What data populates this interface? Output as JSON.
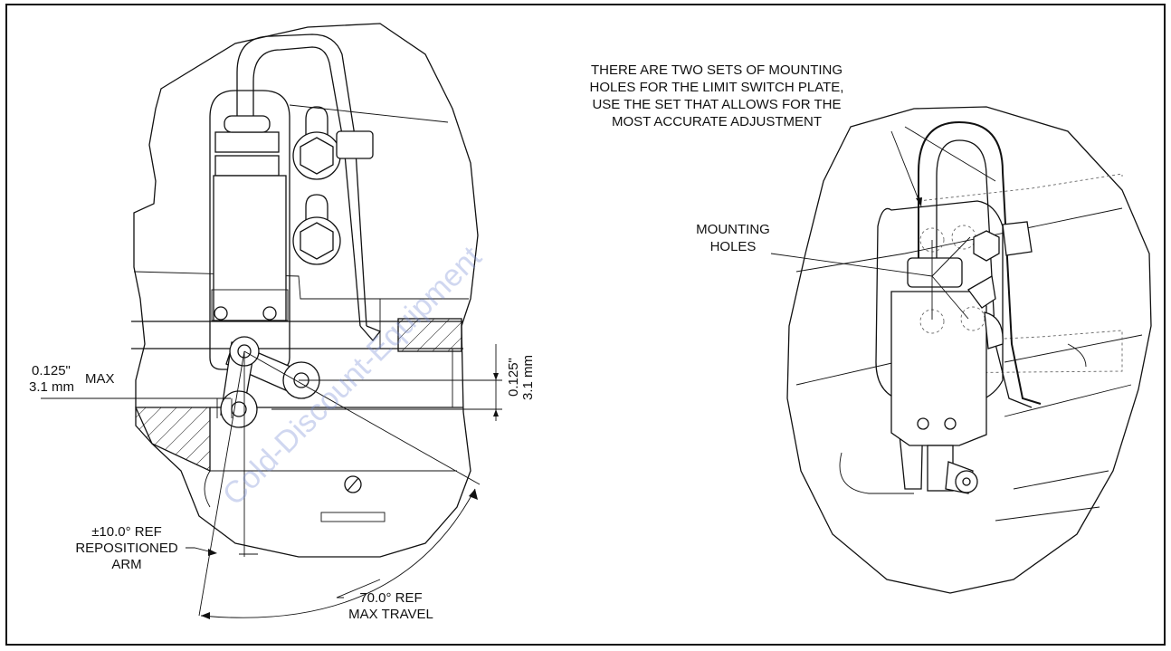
{
  "labels": {
    "mounting_note": [
      "THERE ARE TWO SETS OF MOUNTING",
      "HOLES FOR THE LIMIT SWITCH PLATE,",
      "USE THE SET THAT ALLOWS FOR THE",
      "MOST ACCURATE ADJUSTMENT"
    ],
    "mounting_holes": [
      "MOUNTING",
      "HOLES"
    ],
    "dim_left_in": "0.125\"",
    "dim_left_max": "MAX",
    "dim_left_mm": "3.1 mm",
    "dim_right_in": "0.125\"",
    "dim_right_mm": "3.1 mm",
    "repositioned": [
      "±10.0° REF",
      "REPOSITIONED",
      "ARM"
    ],
    "max_travel": [
      "70.0° REF",
      "MAX TRAVEL"
    ]
  },
  "watermark": "Cold-Discount-Equipment",
  "colors": {
    "line": "#111111",
    "watermark": "#7a8fd6"
  }
}
